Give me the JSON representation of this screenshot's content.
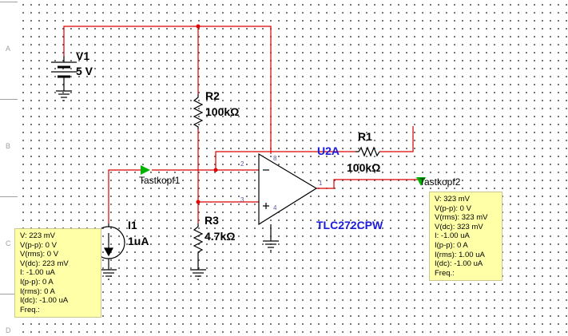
{
  "ruler": {
    "letters": [
      "A",
      "B",
      "C",
      "D"
    ]
  },
  "components": {
    "v1": {
      "name": "V1",
      "value": "5 V"
    },
    "r2": {
      "name": "R2",
      "value": "100kΩ"
    },
    "r1": {
      "name": "R1",
      "value": "100kΩ"
    },
    "r3": {
      "name": "R3",
      "value": "4.7kΩ"
    },
    "i1": {
      "name": "I1",
      "value": "1uA"
    },
    "u2a": {
      "name": "U2A",
      "part": "TLC272CPW"
    },
    "pins": {
      "p2": "2",
      "p3": "3",
      "p8": "8",
      "p4": "4",
      "p1": "1"
    }
  },
  "probes": {
    "tastkopf1": {
      "name": "Tastkopf1",
      "readings": [
        "V: 223 mV",
        "V(p-p): 0 V",
        "V(rms): 0 V",
        "V(dc): 223 mV",
        "I: -1.00 uA",
        "I(p-p): 0 A",
        "I(rms): 0 A",
        "I(dc): -1.00 uA",
        "Freq.:"
      ]
    },
    "tastkopf2": {
      "name": "Tastkopf2",
      "readings": [
        "V: 323 mV",
        "V(p-p): 0 V",
        "V(rms): 323 mV",
        "V(dc): 323 mV",
        "I: -1.00 uA",
        "I(p-p): 0 A",
        "I(rms): 1.00 uA",
        "I(dc): -1.00 uA",
        "Freq.:"
      ]
    }
  },
  "colors": {
    "wire": "#dc0000",
    "probe_arrow": "#00b400",
    "label_blue": "#1a1adc",
    "probe_box": "#ffffa8"
  }
}
